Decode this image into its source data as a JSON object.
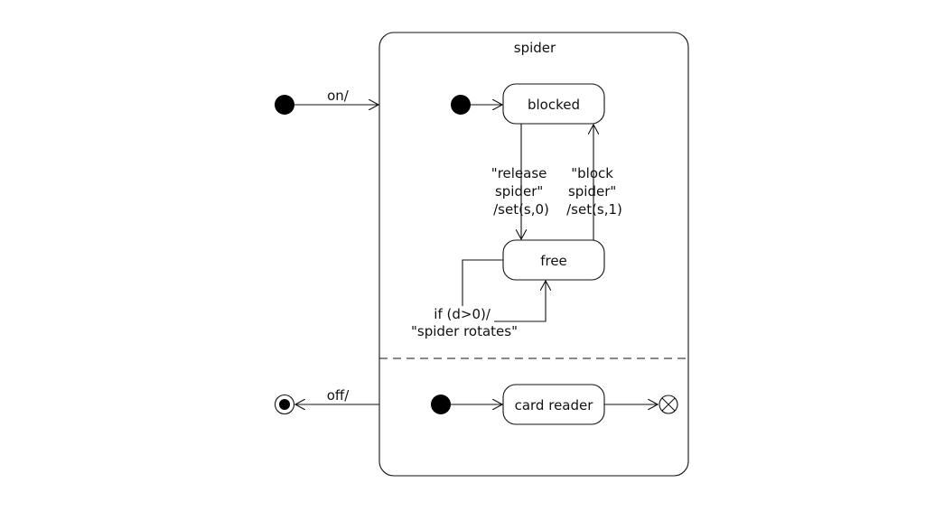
{
  "diagram": {
    "composite_state": {
      "name": "spider"
    },
    "states": {
      "blocked": "blocked",
      "free": "free",
      "card_reader": "card reader"
    },
    "transitions": {
      "enter": {
        "label": "on/"
      },
      "exit": {
        "label": "off/"
      },
      "release": {
        "lines": [
          "\"release",
          "spider\"",
          "/set(s,0)"
        ]
      },
      "block": {
        "lines": [
          "\"block",
          "spider\"",
          "/set(s,1)"
        ]
      },
      "self_loop": {
        "lines": [
          "if (d>0)/",
          "\"spider rotates\""
        ]
      }
    }
  }
}
